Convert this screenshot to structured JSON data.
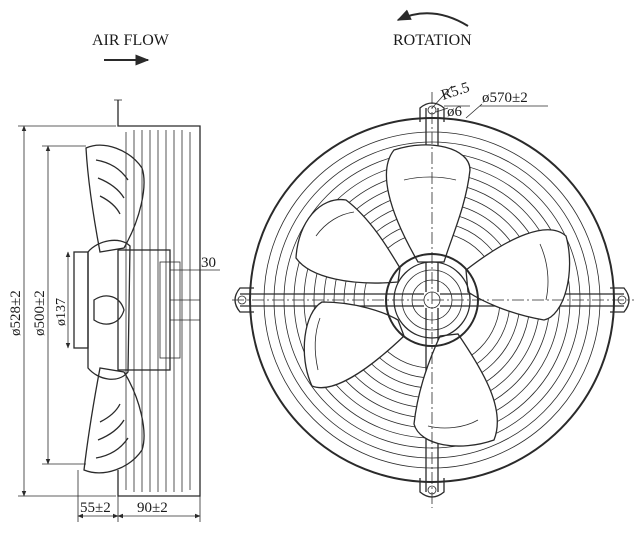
{
  "labels": {
    "air_flow": "AIR FLOW",
    "rotation": "ROTATION"
  },
  "dimensions": {
    "outer_diameter": "ø528±2",
    "inner_diameter": "ø500±2",
    "hub_diameter": "ø137",
    "offset": "30",
    "front_depth": "55±2",
    "rear_depth": "90±2",
    "mount_radius": "R5.5",
    "hole_diameter": "ø6",
    "bolt_circle": "ø570±2"
  },
  "colors": {
    "line": "#2a2a2a",
    "text": "#1a1a1a",
    "background": "#ffffff"
  }
}
